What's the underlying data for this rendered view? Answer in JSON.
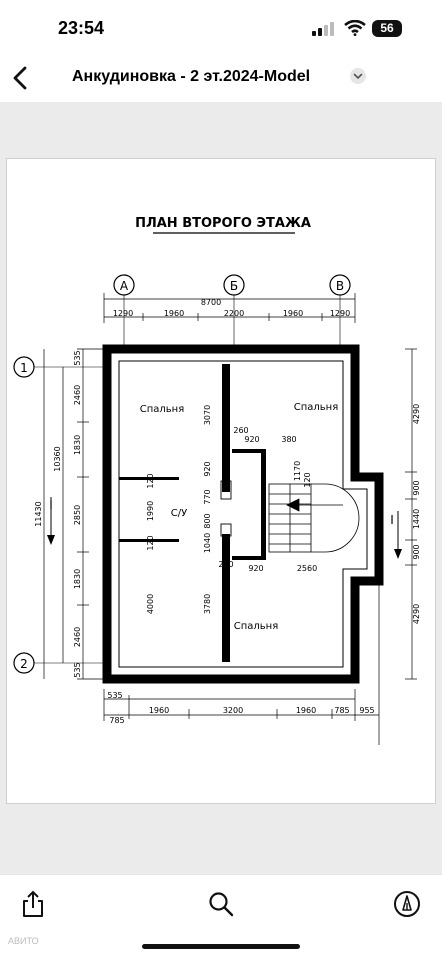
{
  "status_bar": {
    "time": "23:54",
    "battery": "56",
    "icons": [
      "signal-icon",
      "wifi-icon",
      "battery-icon"
    ]
  },
  "nav": {
    "back_icon": "chevron-left-icon",
    "title": "Анкудиновка - 2 эт.2024-Model",
    "chevron_icon": "chevron-down-icon"
  },
  "plan": {
    "title": "ПЛАН ВТОРОГО ЭТАЖА",
    "axes_top": [
      "А",
      "Б",
      "В"
    ],
    "axes_left": [
      "1",
      "2"
    ],
    "dims_top": {
      "total": "8700",
      "segments": [
        "1290",
        "1960",
        "2200",
        "1960",
        "1290"
      ]
    },
    "dims_bottom": {
      "row1": [
        "535",
        "1960",
        "3200",
        "1960"
      ],
      "row2": [
        "785",
        "785",
        "955"
      ]
    },
    "dims_left": {
      "total": "11430",
      "inner": "10360",
      "segments": [
        "535",
        "2460",
        "1830",
        "2850",
        "1830",
        "2460",
        "535"
      ]
    },
    "dims_right": {
      "segments": [
        "4290",
        "900",
        "1440",
        "900",
        "4290"
      ]
    },
    "dims_inner": [
      "3070",
      "260",
      "920",
      "380",
      "1170",
      "120",
      "920",
      "120",
      "770",
      "800",
      "1990",
      "120",
      "1040",
      "260",
      "920",
      "2560",
      "4000",
      "3780"
    ],
    "section_mark": "I",
    "rooms": [
      "Спальня",
      "Спальня",
      "С/У",
      "Спальня"
    ]
  },
  "toolbar": {
    "icons": [
      "share-icon",
      "search-icon",
      "markup-icon"
    ]
  },
  "watermark": "АВИТО"
}
